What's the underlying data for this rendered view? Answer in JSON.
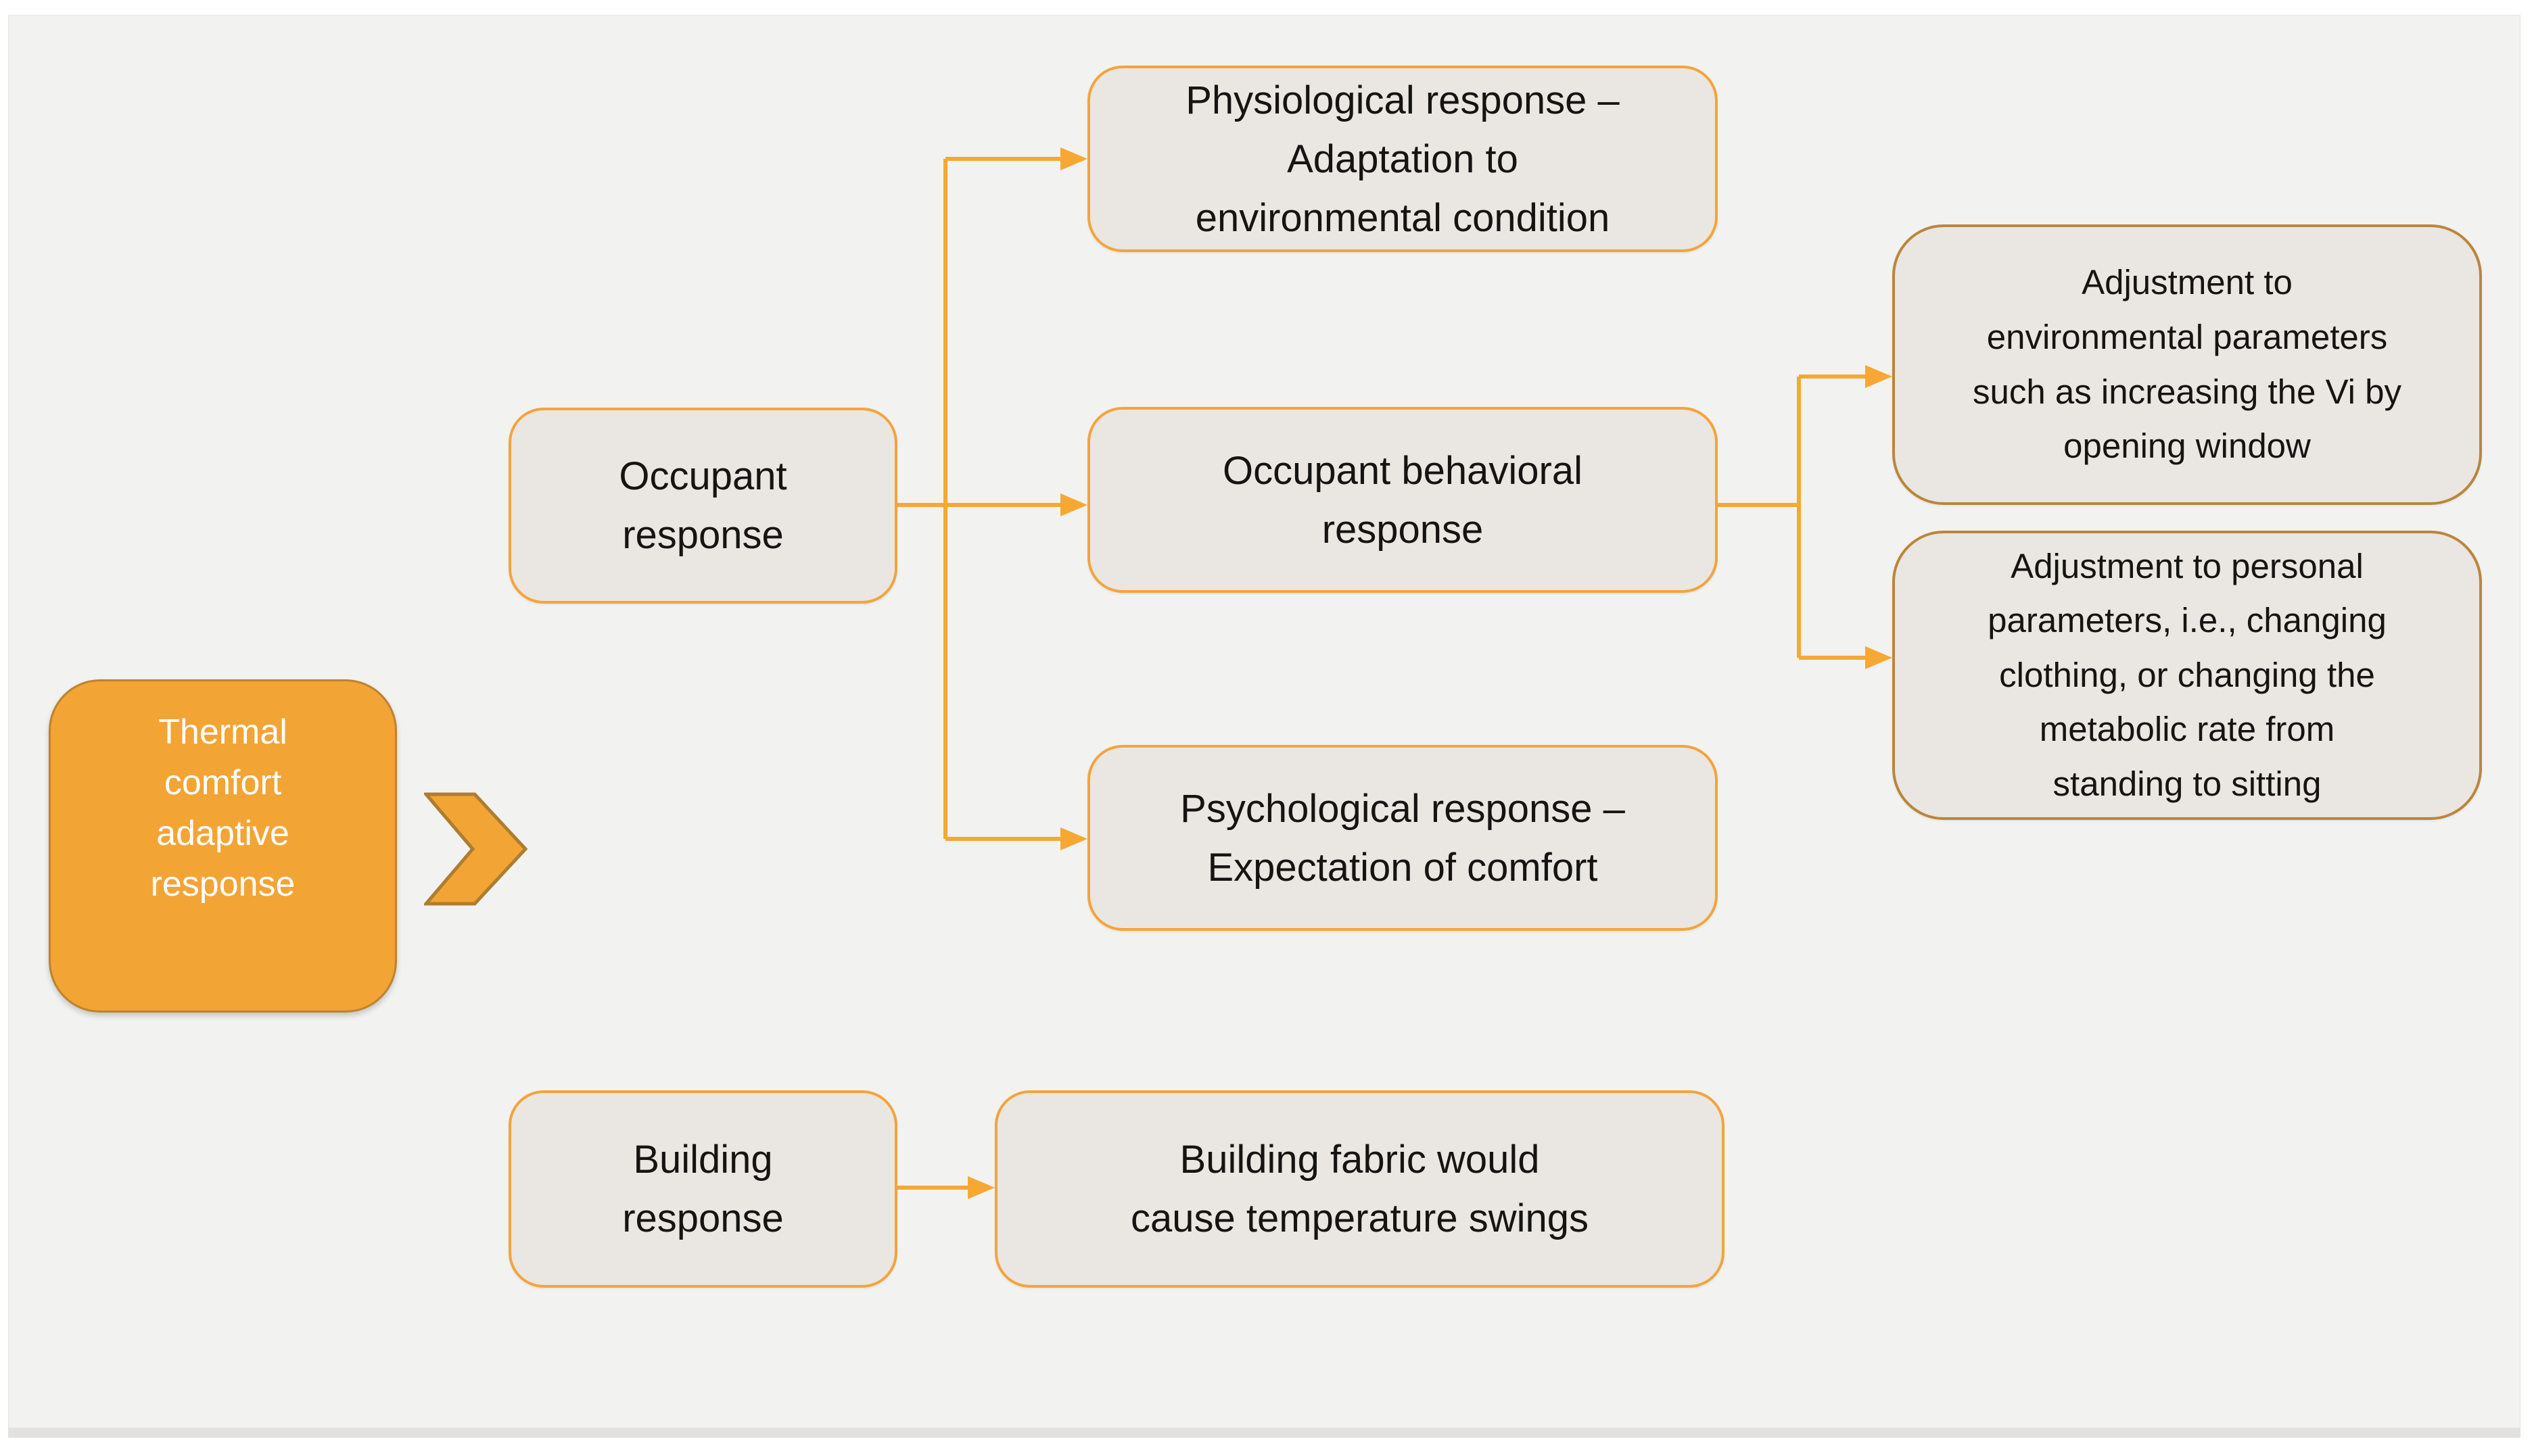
{
  "diagram_title": "Thermal comfort adaptive response",
  "nodes": {
    "thermal": {
      "label": "Thermal\ncomfort\nadaptive\nresponse"
    },
    "occupant": {
      "label": "Occupant\nresponse"
    },
    "building": {
      "label": "Building\nresponse"
    },
    "physiological": {
      "label": "Physiological response –\nAdaptation to\nenvironmental condition"
    },
    "behavioral": {
      "label": "Occupant behavioral\nresponse"
    },
    "psychological": {
      "label": "Psychological response –\nExpectation of comfort"
    },
    "adjustment_environmental": {
      "label": "Adjustment to\nenvironmental parameters\nsuch as increasing the Vi by\nopening window"
    },
    "adjustment_personal": {
      "label": "Adjustment to personal\nparameters, i.e., changing\nclothing, or changing the\nmetabolic rate from\nstanding to sitting"
    },
    "building_fabric": {
      "label": "Building fabric would\ncause temperature swings"
    }
  },
  "edges": [
    {
      "from": "thermal",
      "to": "occupant"
    },
    {
      "from": "occupant",
      "to": "physiological"
    },
    {
      "from": "occupant",
      "to": "behavioral"
    },
    {
      "from": "occupant",
      "to": "psychological"
    },
    {
      "from": "behavioral",
      "to": "adjustment_environmental"
    },
    {
      "from": "behavioral",
      "to": "adjustment_personal"
    },
    {
      "from": "building",
      "to": "building_fabric"
    }
  ],
  "icons": {
    "chevron": "chevron-right-icon"
  },
  "colors": {
    "slide_bg": "#F2F2F0",
    "bottom_strip": "#E2E1DF",
    "accent_orange": "#F2A435",
    "chevron_outline": "#AD7D2F",
    "connector_orange": "#F7A833",
    "box_fill": "#EAE6E1",
    "box_border_orange": "#F4A43B",
    "box_border_brown": "#B9863C",
    "text_dark": "#151413",
    "root_text": "#FFFFFF"
  }
}
